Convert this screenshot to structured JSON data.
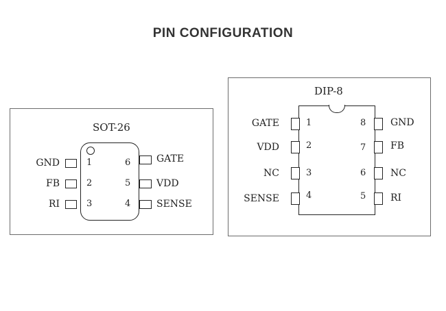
{
  "title": "PIN CONFIGURATION",
  "sot26": {
    "package": "SOT-26",
    "pins": [
      {
        "num": "1",
        "name": "GND"
      },
      {
        "num": "2",
        "name": "FB"
      },
      {
        "num": "3",
        "name": "RI"
      },
      {
        "num": "4",
        "name": "SENSE"
      },
      {
        "num": "5",
        "name": "VDD"
      },
      {
        "num": "6",
        "name": "GATE"
      }
    ]
  },
  "dip8": {
    "package": "DIP-8",
    "pins": [
      {
        "num": "1",
        "name": "GATE"
      },
      {
        "num": "2",
        "name": "VDD"
      },
      {
        "num": "3",
        "name": "NC"
      },
      {
        "num": "4",
        "name": "SENSE"
      },
      {
        "num": "5",
        "name": "RI"
      },
      {
        "num": "6",
        "name": "NC"
      },
      {
        "num": "7",
        "name": "FB"
      },
      {
        "num": "8",
        "name": "GND"
      }
    ]
  }
}
